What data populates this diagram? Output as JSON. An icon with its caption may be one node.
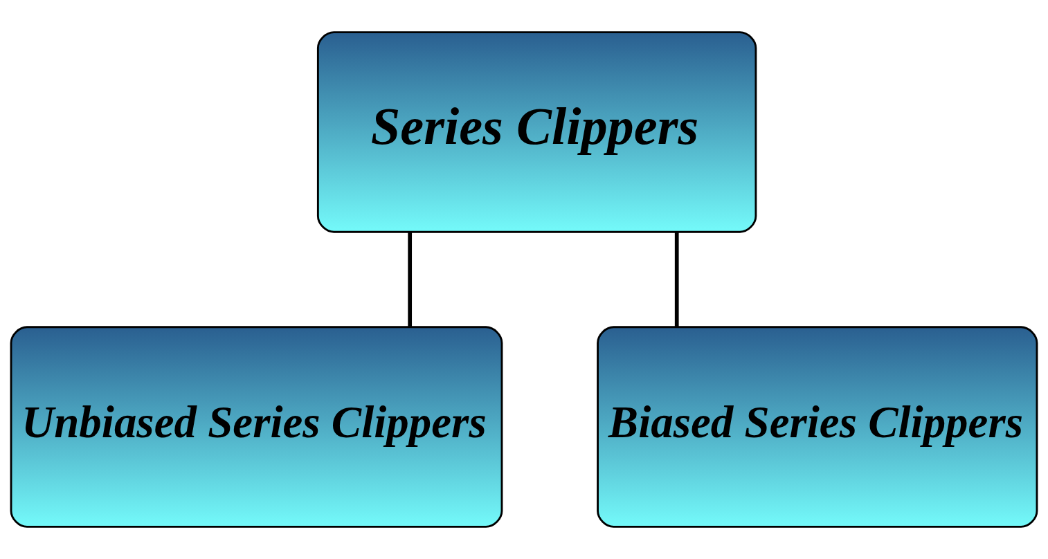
{
  "diagram": {
    "nodes": [
      {
        "text": [
          "Series Clippers"
        ]
      },
      {
        "text": [
          "Unbiased Series Clippers"
        ]
      },
      {
        "text": [
          "Biased Series Clippers"
        ]
      }
    ],
    "edges": [
      {
        "from": 0,
        "to": 1,
        "arrow": "none"
      },
      {
        "from": 0,
        "to": 2,
        "arrow": "none"
      }
    ]
  }
}
